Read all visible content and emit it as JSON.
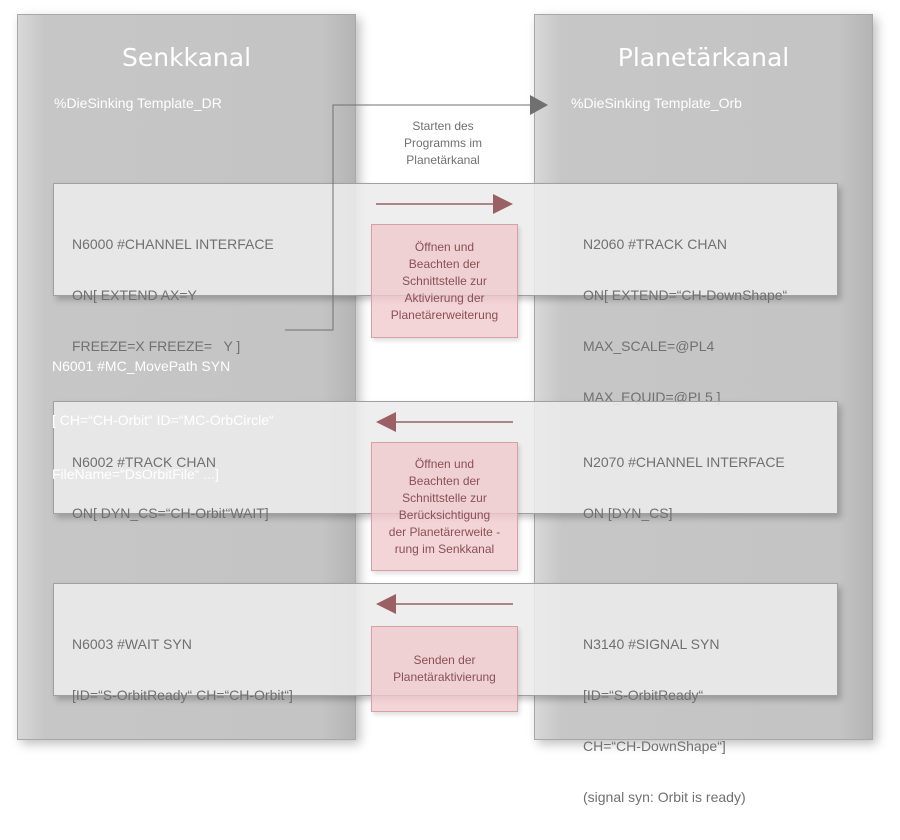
{
  "lanes": {
    "left": {
      "title": "Senkkanal",
      "program": "%DieSinking Template_DR"
    },
    "right": {
      "title": "Planetärkanal",
      "program": "%DieSinking Template_Orb"
    }
  },
  "start_label": [
    "Starten des",
    "Programms im",
    "Planetärkanal"
  ],
  "sinker_block": [
    "N6001 #MC_MovePath SYN",
    "[ CH=“CH-Orbit“ ID=“MC-OrbCircle“",
    "FileName=“DsOrbitFile“ ...]"
  ],
  "bands": [
    {
      "left_code": [
        "N6000 #CHANNEL INTERFACE",
        "ON[ EXTEND AX=Y",
        "FREEZE=X FREEZE=   Y ]"
      ],
      "right_code": [
        "N2060 #TRACK CHAN",
        "ON[ EXTEND=“CH-DownShape“",
        "MAX_SCALE=@PL4",
        "MAX_EQUID=@PL5 ]"
      ],
      "note": [
        "Öffnen und",
        "Beachten der",
        "Schnittstelle zur",
        "Aktivierung der",
        "Planetärerweiterung"
      ],
      "arrow_direction": "right"
    },
    {
      "left_code": [
        "N6002 #TRACK CHAN",
        "ON[ DYN_CS=“CH-Orbit“WAIT]"
      ],
      "right_code": [
        "N2070 #CHANNEL INTERFACE",
        "ON [DYN_CS]"
      ],
      "note": [
        "Öffnen und",
        "Beachten der",
        "Schnittstelle zur",
        "Berücksichtigung",
        "der Planetärerweite -",
        "rung im Senkkanal"
      ],
      "arrow_direction": "left"
    },
    {
      "left_code": [
        "N6003 #WAIT SYN",
        "[ID=“S-OrbitReady“ CH=“CH-Orbit“]"
      ],
      "right_code": [
        "N3140 #SIGNAL SYN",
        "[ID=“S-OrbitReady“",
        "CH=“CH-DownShape“]",
        "(signal syn: Orbit is ready)"
      ],
      "note": [
        "Senden der",
        "Planetäraktivierung"
      ],
      "arrow_direction": "left"
    }
  ],
  "colors": {
    "lane": "#c4c4c4",
    "band": "#ececec",
    "note_fill": "#f0c8cc",
    "note_text": "#8a5055",
    "arrow": "#9a6064",
    "connector": "#707070"
  }
}
